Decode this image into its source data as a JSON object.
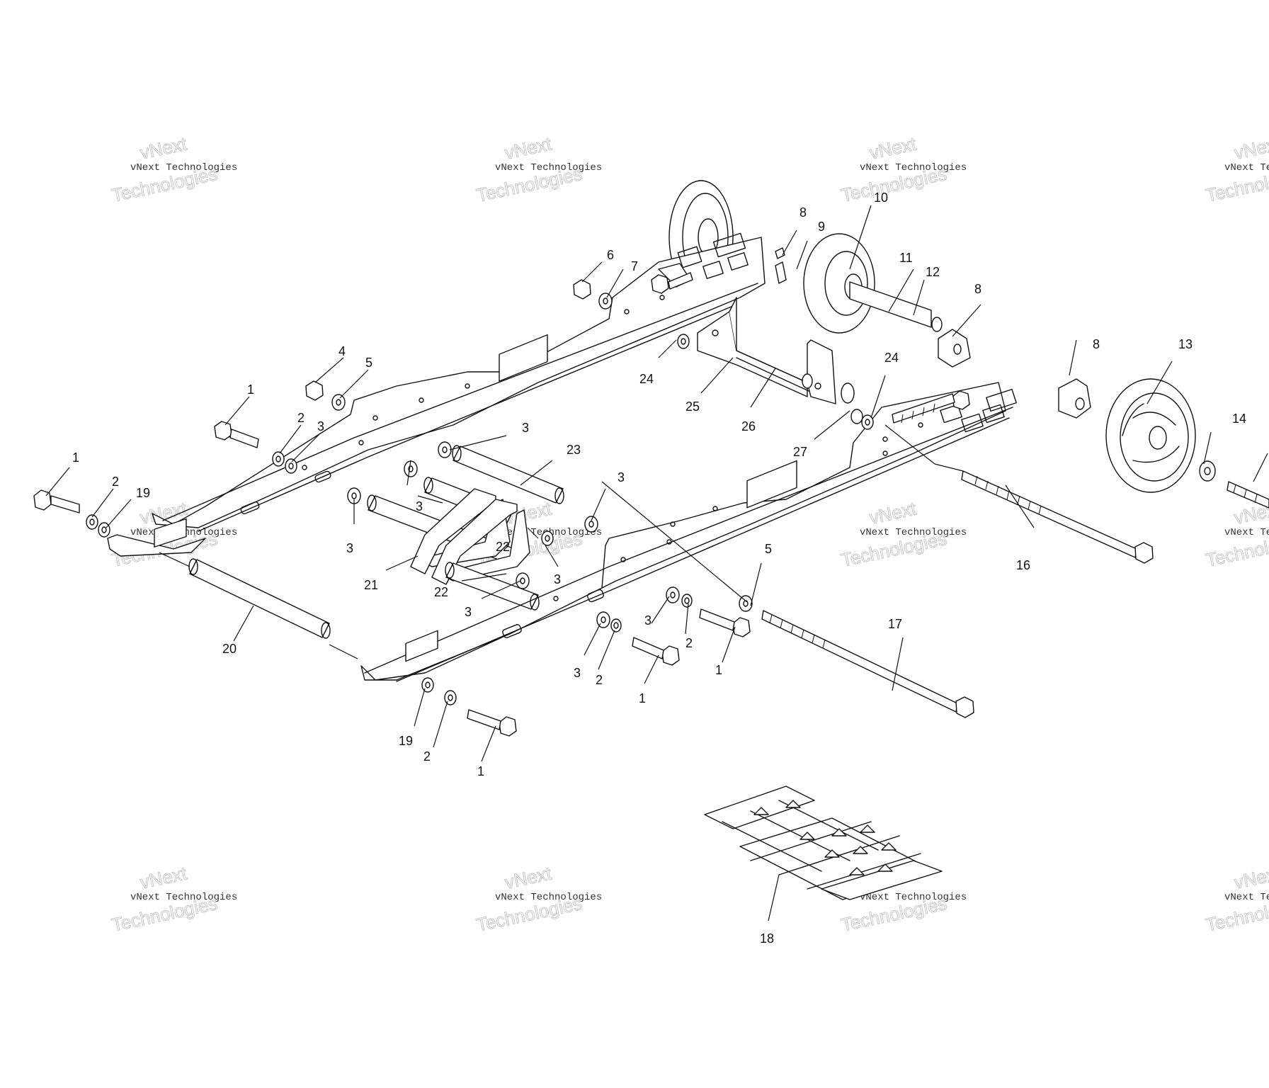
{
  "watermark": {
    "line1": "vNext",
    "line2": "vNext Technologies",
    "line3": "Technologies"
  },
  "callouts": [
    {
      "id": "c1a",
      "text": "1"
    },
    {
      "id": "c2a",
      "text": "2"
    },
    {
      "id": "c19a",
      "text": "19"
    },
    {
      "id": "c1b",
      "text": "1"
    },
    {
      "id": "c2b",
      "text": "2"
    },
    {
      "id": "c3a",
      "text": "3"
    },
    {
      "id": "c4",
      "text": "4"
    },
    {
      "id": "c5a",
      "text": "5"
    },
    {
      "id": "c3b",
      "text": "3"
    },
    {
      "id": "c6",
      "text": "6"
    },
    {
      "id": "c7",
      "text": "7"
    },
    {
      "id": "c8a",
      "text": "8"
    },
    {
      "id": "c9",
      "text": "9"
    },
    {
      "id": "c10",
      "text": "10"
    },
    {
      "id": "c11",
      "text": "11"
    },
    {
      "id": "c12",
      "text": "12"
    },
    {
      "id": "c8b",
      "text": "8"
    },
    {
      "id": "c24a",
      "text": "24"
    },
    {
      "id": "c25",
      "text": "25"
    },
    {
      "id": "c26",
      "text": "26"
    },
    {
      "id": "c24b",
      "text": "24"
    },
    {
      "id": "c27",
      "text": "27"
    },
    {
      "id": "c8c",
      "text": "8"
    },
    {
      "id": "c13",
      "text": "13"
    },
    {
      "id": "c14",
      "text": "14"
    },
    {
      "id": "c23",
      "text": "23"
    },
    {
      "id": "c3c",
      "text": "3"
    },
    {
      "id": "c3d",
      "text": "3"
    },
    {
      "id": "c3e",
      "text": "3"
    },
    {
      "id": "c21",
      "text": "21"
    },
    {
      "id": "c22a",
      "text": "22"
    },
    {
      "id": "c22b",
      "text": "22"
    },
    {
      "id": "c3f",
      "text": "3"
    },
    {
      "id": "c3g",
      "text": "3"
    },
    {
      "id": "c16",
      "text": "16"
    },
    {
      "id": "c5b",
      "text": "5"
    },
    {
      "id": "c3h",
      "text": "3"
    },
    {
      "id": "c2c",
      "text": "2"
    },
    {
      "id": "c1c",
      "text": "1"
    },
    {
      "id": "c3i",
      "text": "3"
    },
    {
      "id": "c2d",
      "text": "2"
    },
    {
      "id": "c1d",
      "text": "1"
    },
    {
      "id": "c17",
      "text": "17"
    },
    {
      "id": "c20",
      "text": "20"
    },
    {
      "id": "c19b",
      "text": "19"
    },
    {
      "id": "c2e",
      "text": "2"
    },
    {
      "id": "c1e",
      "text": "1"
    },
    {
      "id": "c18",
      "text": "18"
    }
  ]
}
